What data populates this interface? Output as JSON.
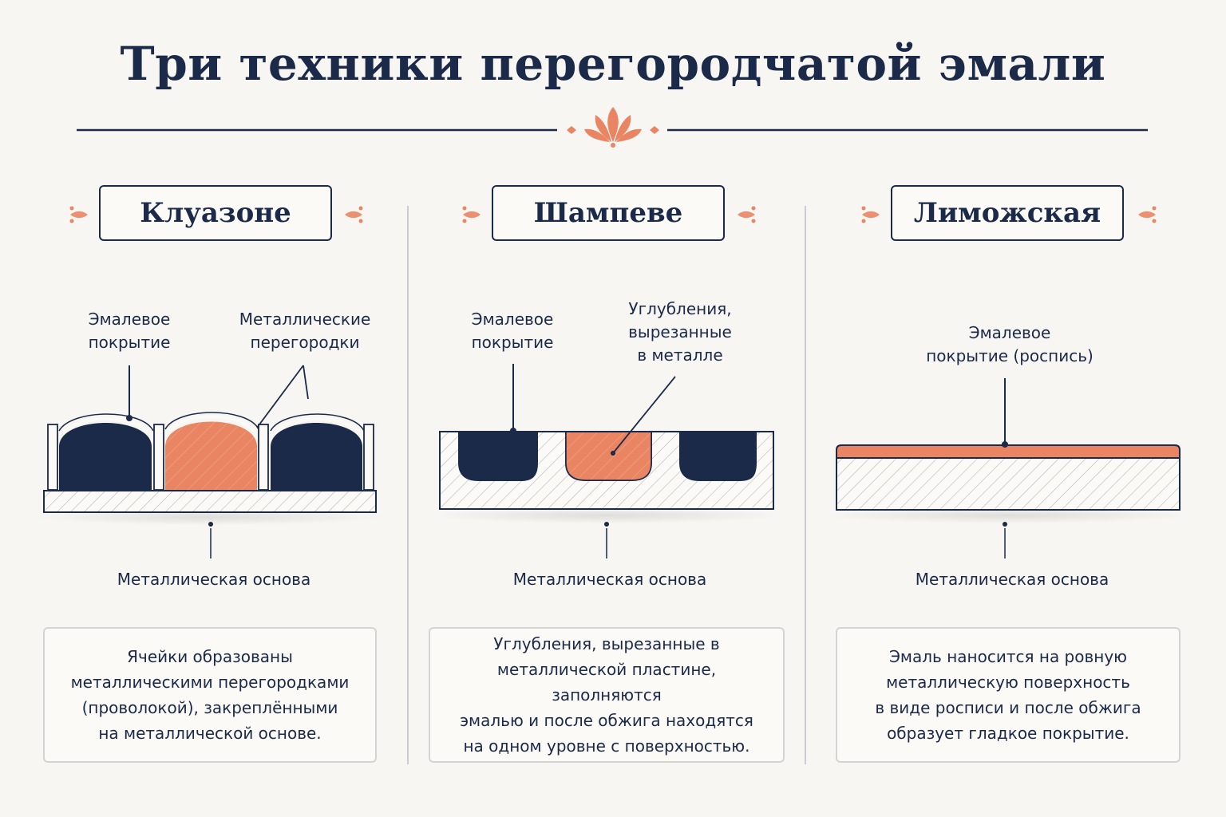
{
  "title": "Три техники перегородчатой эмали",
  "colors": {
    "navy": "#1b2a49",
    "coral": "#e98562",
    "background": "#f8f6f2"
  },
  "techniques": [
    {
      "name": "Клуазоне",
      "labels": {
        "enamel": "Эмалевое\nпокрытие",
        "partitions": "Металлические\nперегородки",
        "base": "Металлическая основа"
      },
      "description": "Ячейки образованы\nметаллическими перегородками\n(проволокой), закреплёнными\nна металлической основе."
    },
    {
      "name": "Шампеве",
      "labels": {
        "enamel": "Эмалевое\nпокрытие",
        "recesses": "Углубления,\nвырезанные\nв металле",
        "base": "Металлическая основа"
      },
      "description": "Углубления, вырезанные в\nметаллической пластине, заполняются\nэмалью и после обжига находятся\nна одном уровне с поверхностью."
    },
    {
      "name": "Лиможская",
      "labels": {
        "enamel": "Эмалевое\nпокрытие (роспись)",
        "base": "Металлическая основа"
      },
      "description": "Эмаль наносится на ровную\nметаллическую поверхность\nв виде росписи и после обжига\nобразует гладкое покрытие."
    }
  ]
}
